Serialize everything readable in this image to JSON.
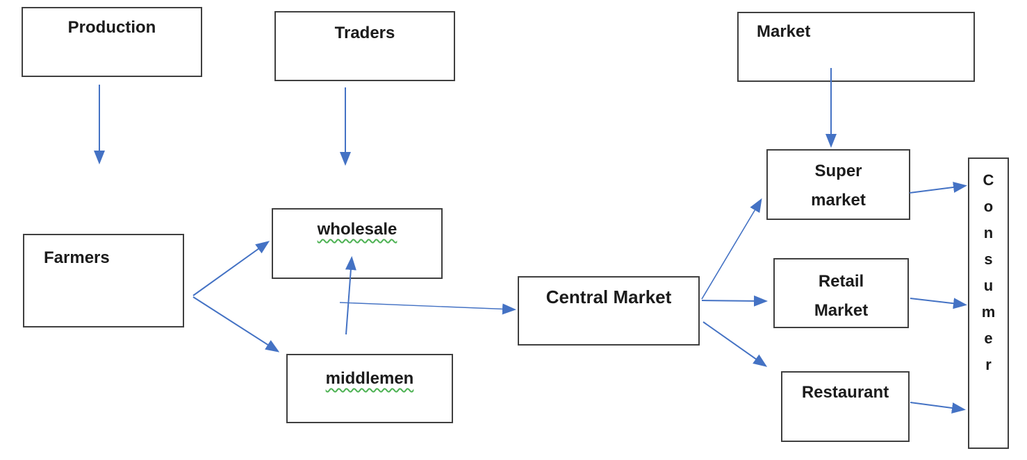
{
  "diagram": {
    "title": "Agricultural supply chain flowchart",
    "colors": {
      "background": "#ffffff",
      "arrow_blue": "#4472C4",
      "box_border": "#3f3f3f",
      "label_text": "#1b1b1b",
      "spellcheck_green": "#4db253"
    },
    "nodes": {
      "production": {
        "label": "Production"
      },
      "traders": {
        "label": "Traders"
      },
      "market": {
        "label": "Market"
      },
      "farmers": {
        "label": "Farmers"
      },
      "wholesale": {
        "label": "wholesale",
        "spellchecked": true
      },
      "middlemen": {
        "label": "middlemen",
        "spellchecked": true
      },
      "central_market": {
        "label": "Central Market"
      },
      "super_market": {
        "lines": [
          "Super",
          "market"
        ]
      },
      "retail_market": {
        "lines": [
          "Retail",
          "Market"
        ]
      },
      "restaurant": {
        "label": "Restaurant"
      },
      "consumer": {
        "label": "Consumer",
        "letters": [
          "C",
          "o",
          "n",
          "s",
          "u",
          "m",
          "e",
          "r"
        ]
      }
    },
    "edges": [
      {
        "from": "Production",
        "to": "Farmers"
      },
      {
        "from": "Traders",
        "to": "wholesale"
      },
      {
        "from": "Market",
        "to": "Super market"
      },
      {
        "from": "Farmers",
        "to": "wholesale"
      },
      {
        "from": "Farmers",
        "to": "middlemen"
      },
      {
        "from": "middlemen",
        "to": "wholesale"
      },
      {
        "from": "middlemen",
        "to": "Central Market"
      },
      {
        "from": "Central Market",
        "to": "Super market"
      },
      {
        "from": "Central Market",
        "to": "Retail Market"
      },
      {
        "from": "Central Market",
        "to": "Restaurant"
      },
      {
        "from": "Super market",
        "to": "Consumer"
      },
      {
        "from": "Retail Market",
        "to": "Consumer"
      },
      {
        "from": "Restaurant",
        "to": "Consumer"
      }
    ]
  }
}
